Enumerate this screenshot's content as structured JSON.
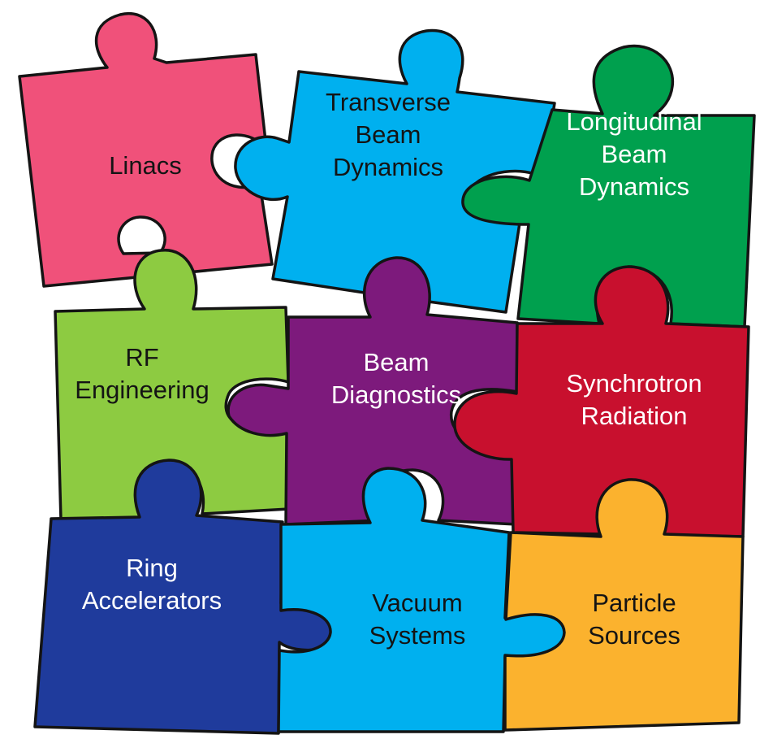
{
  "pieces": [
    {
      "id": "linacs",
      "lines": [
        "Linacs"
      ],
      "color": "#f0517a",
      "text_color": "#141414"
    },
    {
      "id": "transverse",
      "lines": [
        "Transverse",
        "Beam",
        "Dynamics"
      ],
      "color": "#00b0ef",
      "text_color": "#141414"
    },
    {
      "id": "longitudinal",
      "lines": [
        "Longitudinal",
        "Beam",
        "Dynamics"
      ],
      "color": "#00a04e",
      "text_color": "#ffffff"
    },
    {
      "id": "rf",
      "lines": [
        "RF",
        "Engineering"
      ],
      "color": "#8dcb41",
      "text_color": "#141414"
    },
    {
      "id": "diagnostics",
      "lines": [
        "Beam",
        "Diagnostics"
      ],
      "color": "#7d1a7c",
      "text_color": "#ffffff"
    },
    {
      "id": "synchrotron",
      "lines": [
        "Synchrotron",
        "Radiation"
      ],
      "color": "#c8102e",
      "text_color": "#ffffff"
    },
    {
      "id": "ring",
      "lines": [
        "Ring",
        "Accelerators"
      ],
      "color": "#1f3b9c",
      "text_color": "#ffffff"
    },
    {
      "id": "vacuum",
      "lines": [
        "Vacuum",
        "Systems"
      ],
      "color": "#00b0ef",
      "text_color": "#141414"
    },
    {
      "id": "particle",
      "lines": [
        "Particle",
        "Sources"
      ],
      "color": "#fbb22e",
      "text_color": "#141414"
    }
  ]
}
